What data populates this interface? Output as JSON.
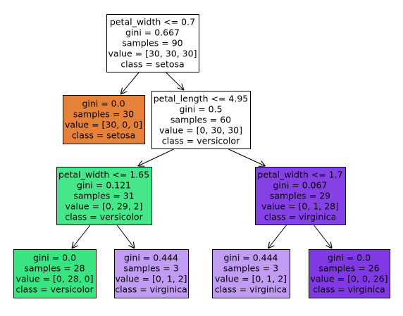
{
  "nodes": [
    {
      "id": "n0",
      "lines": [
        "petal_width <= 0.7",
        "gini = 0.667",
        "samples = 90",
        "value = [30, 30, 30]",
        "class = setosa"
      ],
      "fill": "#ffffff"
    },
    {
      "id": "n1",
      "lines": [
        "gini = 0.0",
        "samples = 30",
        "value = [30, 0, 0]",
        "class = setosa"
      ],
      "fill": "#e58139"
    },
    {
      "id": "n2",
      "lines": [
        "petal_length <= 4.95",
        "gini = 0.5",
        "samples = 60",
        "value = [0, 30, 30]",
        "class = versicolor"
      ],
      "fill": "#ffffff"
    },
    {
      "id": "n3",
      "lines": [
        "petal_width <= 1.65",
        "gini = 0.121",
        "samples = 31",
        "value = [0, 29, 2]",
        "class = versicolor"
      ],
      "fill": "#46e788"
    },
    {
      "id": "n4",
      "lines": [
        "petal_width <= 1.7",
        "gini = 0.067",
        "samples = 29",
        "value = [0, 1, 28]",
        "class = virginica"
      ],
      "fill": "#8540e6"
    },
    {
      "id": "n5",
      "lines": [
        "gini = 0.0",
        "samples = 28",
        "value = [0, 28, 0]",
        "class = versicolor"
      ],
      "fill": "#39e581"
    },
    {
      "id": "n6",
      "lines": [
        "gini = 0.444",
        "samples = 3",
        "value = [0, 1, 2]",
        "class = virginica"
      ],
      "fill": "#c09cf2"
    },
    {
      "id": "n7",
      "lines": [
        "gini = 0.444",
        "samples = 3",
        "value = [0, 1, 2]",
        "class = virginica"
      ],
      "fill": "#c09cf2"
    },
    {
      "id": "n8",
      "lines": [
        "gini = 0.0",
        "samples = 26",
        "value = [0, 0, 26]",
        "class = virginica"
      ],
      "fill": "#8139e5"
    }
  ],
  "edges": [
    {
      "from": "n0",
      "to": "n1"
    },
    {
      "from": "n0",
      "to": "n2"
    },
    {
      "from": "n2",
      "to": "n3"
    },
    {
      "from": "n2",
      "to": "n4"
    },
    {
      "from": "n3",
      "to": "n5"
    },
    {
      "from": "n3",
      "to": "n6"
    },
    {
      "from": "n4",
      "to": "n7"
    },
    {
      "from": "n4",
      "to": "n8"
    }
  ]
}
